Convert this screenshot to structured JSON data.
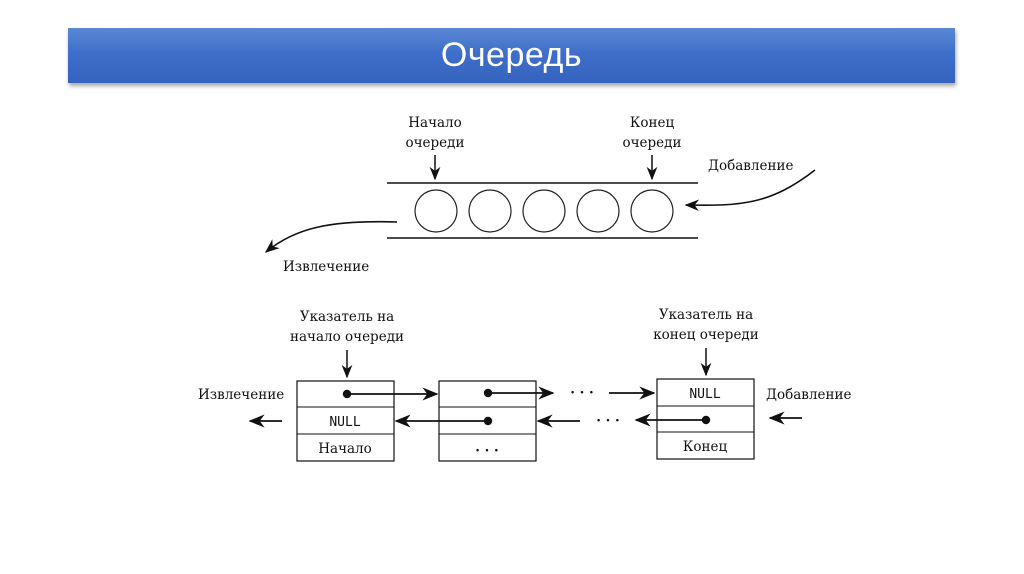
{
  "slide": {
    "title": "Очередь",
    "accent_color": "#3f6fca"
  },
  "top_diagram": {
    "head_label_line1": "Начало",
    "head_label_line2": "очереди",
    "tail_label_line1": "Конец",
    "tail_label_line2": "очереди",
    "enqueue_label": "Добавление",
    "dequeue_label": "Извлечение",
    "element_count": 5
  },
  "bottom_diagram": {
    "head_pointer_line1": "Указатель на",
    "head_pointer_line2": "начало очереди",
    "tail_pointer_line1": "Указатель на",
    "tail_pointer_line2": "конец очереди",
    "dequeue_label": "Извлечение",
    "enqueue_label": "Добавление",
    "ellipsis": "· · ·",
    "first_node": {
      "next": "",
      "prev": "NULL",
      "value": "Начало"
    },
    "middle_node": {
      "next": "",
      "prev": "",
      "value": "· · ·"
    },
    "last_node": {
      "next": "NULL",
      "prev": "",
      "value": "Конец"
    }
  }
}
